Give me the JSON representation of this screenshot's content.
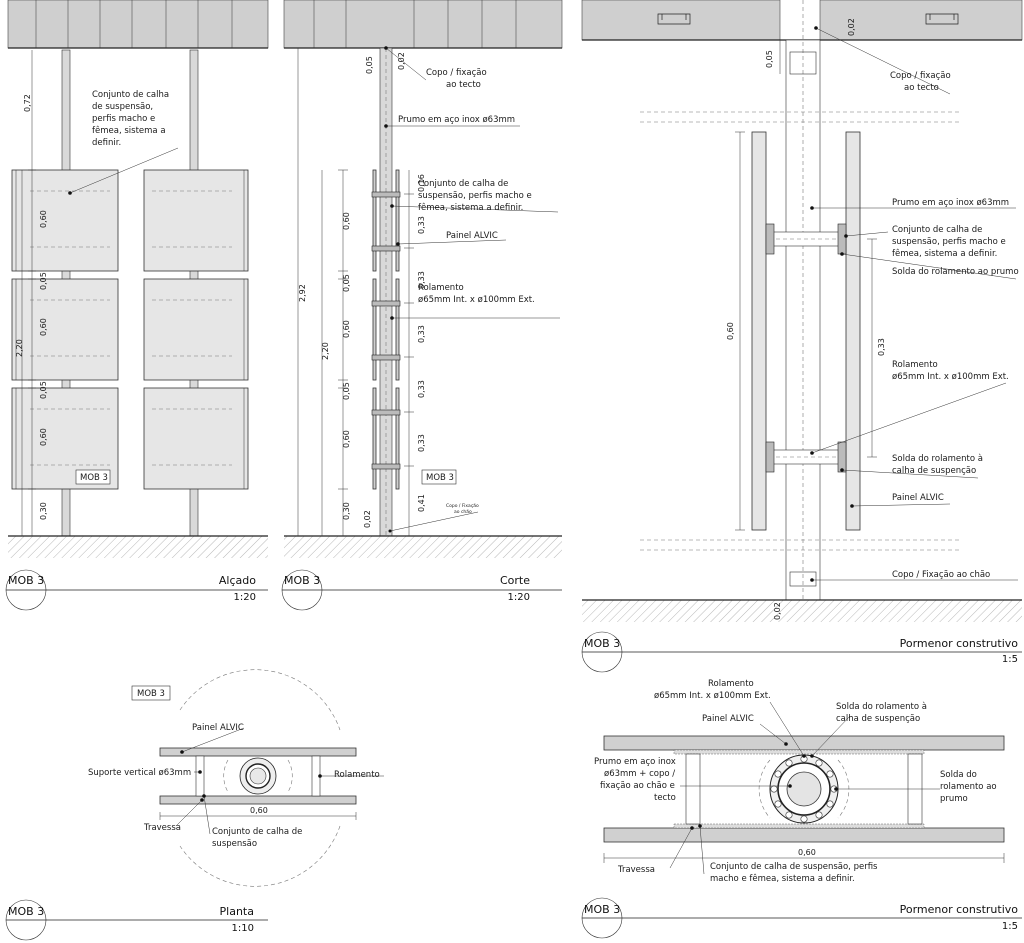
{
  "sheets": {
    "alcado": {
      "code": "MOB 3",
      "title": "Alçado",
      "scale": "1:20"
    },
    "corte": {
      "code": "MOB 3",
      "title": "Corte",
      "scale": "1:20"
    },
    "planta": {
      "code": "MOB 3",
      "title": "Planta",
      "scale": "1:10"
    },
    "pormenor1": {
      "code": "MOB 3",
      "title": "Pormenor construtivo",
      "scale": "1:5"
    },
    "pormenor2": {
      "code": "MOB 3",
      "title": "Pormenor construtivo",
      "scale": "1:5"
    }
  },
  "tags": {
    "mob3_alcado": "MOB 3",
    "mob3_corte": "MOB 3",
    "mob3_planta": "MOB 3"
  },
  "labels": {
    "conjunto_calha_1": [
      "Conjunto de calha",
      "de suspensão,",
      "perfis macho e",
      "fêmea, sistema a",
      "definir."
    ],
    "copo_tecto": [
      "Copo / fixação",
      "ao tecto"
    ],
    "prumo": "Prumo em aço inox ø63mm",
    "conjunto_calha_2": [
      "Conjunto de calha de",
      "suspensão, perfis macho e",
      "fêmea, sistema a definir."
    ],
    "painel_alvic": "Painel ALVIC",
    "rolamento_2": [
      "Rolamento",
      "ø65mm Int. x ø100mm Ext."
    ],
    "copo_chao_small": [
      "Copo / Fixação",
      "ao chão"
    ],
    "copo_tecto_3": [
      "Copo / fixação",
      "ao tecto"
    ],
    "prumo_3": "Prumo em aço inox ø63mm",
    "conjunto_calha_3": [
      "Conjunto de calha de",
      "suspensão, perfis macho e",
      "fêmea, sistema a definir."
    ],
    "solda_prumo": "Solda do rolamento ao prumo",
    "rolamento_3": [
      "Rolamento",
      "ø65mm Int. x ø100mm Ext."
    ],
    "solda_calha_3": [
      "Solda do rolamento à",
      "calha de suspenção"
    ],
    "painel_alvic_3": "Painel ALVIC",
    "copo_chao_3": "Copo / Fixação ao chão",
    "painel_alvic_p": "Painel ALVIC",
    "suporte_vertical": "Suporte vertical ø63mm",
    "rolamento_p": "Rolamento",
    "travessa_p": "Travessa",
    "conjunto_calha_p": [
      "Conjunto de calha de",
      "suspensão"
    ],
    "rolamento_4": [
      "Rolamento",
      "ø65mm Int. x ø100mm Ext."
    ],
    "painel_alvic_4": "Painel ALVIC",
    "solda_calha_4": [
      "Solda do rolamento à",
      "calha de suspenção"
    ],
    "prumo_4": [
      "Prumo em aço inox",
      "ø63mm  + copo /",
      "fixação ao chão e",
      "tecto"
    ],
    "solda_prumo_4": [
      "Solda do",
      "rolamento ao",
      "prumo"
    ],
    "travessa_4": "Travessa",
    "conjunto_calha_4": [
      "Conjunto de calha de suspensão, perfis",
      "macho e fêmea, sistema a definir."
    ]
  },
  "dims": {
    "a_072": "0,72",
    "a_060a": "0,60",
    "a_005a": "0,05",
    "a_220": "2,20",
    "a_060b": "0,60",
    "a_005b": "0,05",
    "a_060c": "0,60",
    "a_030": "0,30",
    "c_005": "0,05",
    "c_002t": "0,02",
    "c_016": "0,16",
    "c_033a": "0,33",
    "c_033b": "0,33",
    "c_033c": "0,33",
    "c_033d": "0,33",
    "c_033e": "0,33",
    "c_041": "0,41",
    "c_002b": "0,02",
    "c_060a": "0,60",
    "c_005b": "0,05",
    "c_060b": "0,60",
    "c_005c": "0,05",
    "c_060c": "0,60",
    "c_030": "0,30",
    "c_292": "2,92",
    "c_220": "2,20",
    "p1_002t": "0,02",
    "p1_005": "0,05",
    "p1_060": "0,60",
    "p1_033": "0,33",
    "p1_002b": "0,02",
    "pl_060": "0,60",
    "p2_060": "0,60"
  }
}
